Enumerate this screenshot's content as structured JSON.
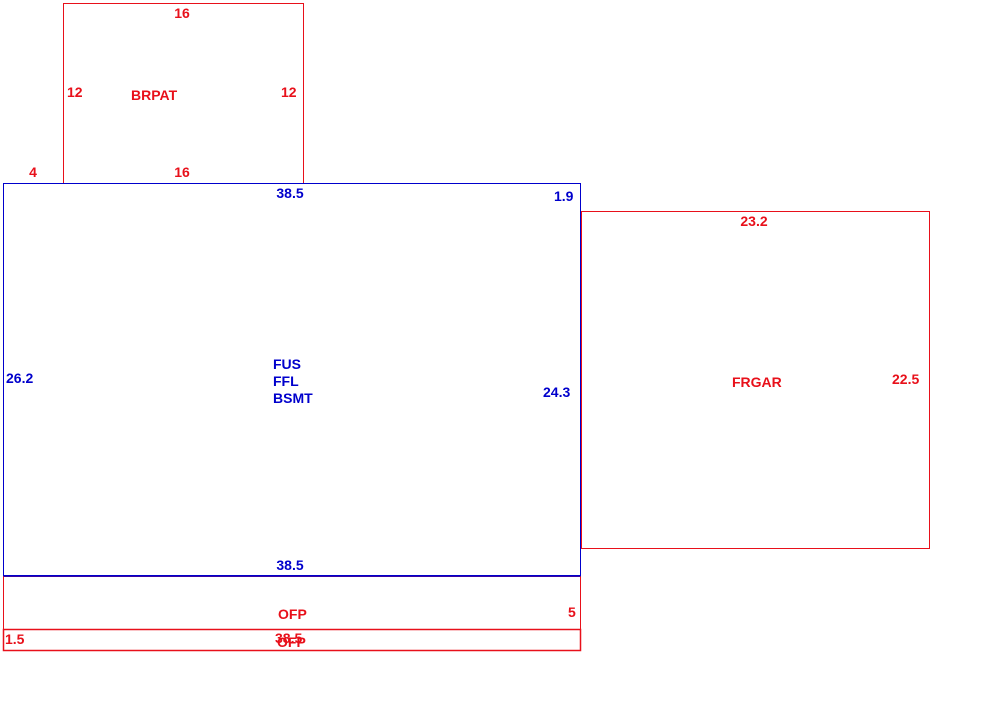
{
  "colors": {
    "main": "#0000cc",
    "addition": "#e8101a",
    "background": "#ffffff"
  },
  "sketch": {
    "brpat": {
      "label": "BRPAT",
      "dims": {
        "top": "16",
        "bottom": "16",
        "left": "12",
        "right": "12",
        "offset": "4"
      }
    },
    "main": {
      "labels": [
        "FUS",
        "FFL",
        "BSMT"
      ],
      "dims": {
        "top": "38.5",
        "bottom": "38.5",
        "left": "26.2",
        "right": "24.3",
        "jog": "1.9"
      }
    },
    "frgar": {
      "label": "FRGAR",
      "dims": {
        "top": "23.2",
        "right": "22.5"
      }
    },
    "ofp": {
      "label": "OFP",
      "dims": {
        "right": "5"
      }
    },
    "strip": {
      "labels": [
        "OFP",
        "38.5"
      ],
      "dims": {
        "left": "1.5"
      }
    }
  }
}
